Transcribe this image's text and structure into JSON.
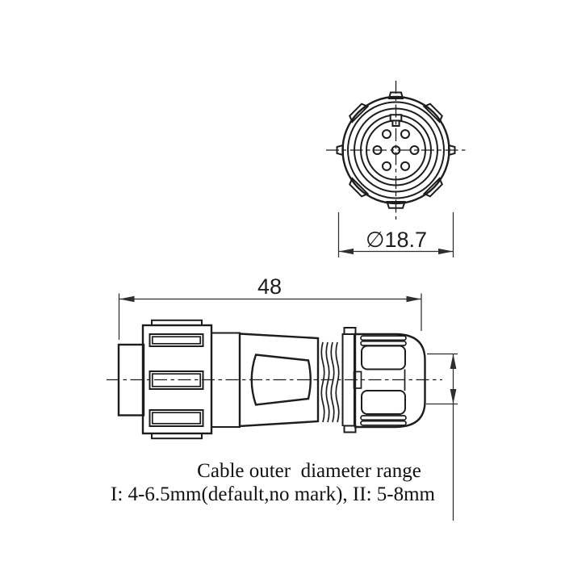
{
  "front_view": {
    "diameter_dimension": "∅18.7",
    "outer_pin_count": 6,
    "center_pin": true,
    "pin_circle_radius": 23,
    "pin_hole_radius": 5
  },
  "side_view": {
    "length_dimension": "48"
  },
  "notes": {
    "title": "Cable outer  diameter range",
    "detail": "I: 4-6.5mm(default,no mark), II: 5-8mm"
  },
  "colors": {
    "line": "#1d1d1d",
    "dimension": "#2e2e2e",
    "background": "#ffffff"
  }
}
